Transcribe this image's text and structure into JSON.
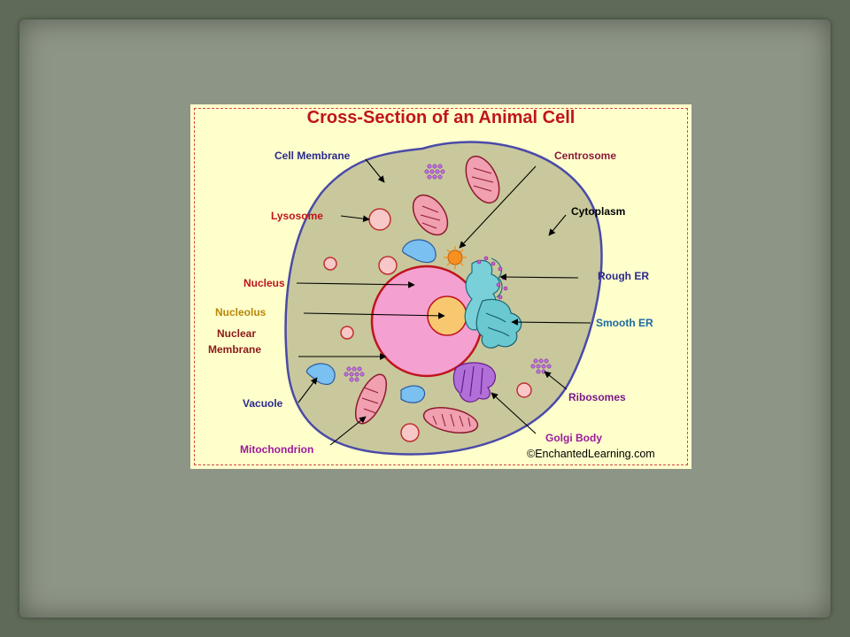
{
  "diagram": {
    "title": "Cross-Section of an Animal Cell",
    "credit": "©EnchantedLearning.com",
    "labels": {
      "cell_membrane": "Cell Membrane",
      "centrosome": "Centrosome",
      "cytoplasm": "Cytoplasm",
      "lysosome": "Lysosome",
      "rough_er": "Rough ER",
      "nucleus": "Nucleus",
      "nucleolus": "Nucleolus",
      "smooth_er": "Smooth ER",
      "nuclear_membrane_line1": "Nuclear",
      "nuclear_membrane_line2": "Membrane",
      "ribosomes": "Ribosomes",
      "vacuole": "Vacuole",
      "golgi_body": "Golgi Body",
      "mitochondrion": "Mitochondrion"
    },
    "colors": {
      "title": "#c0141c",
      "cell_membrane_label": "#2a2a8c",
      "centrosome_label": "#8c1a3c",
      "cytoplasm_label": "#000000",
      "lysosome_label": "#c0141c",
      "rough_er_label": "#2a2a8c",
      "nucleus_label": "#c0141c",
      "nucleolus_label": "#b8860b",
      "smooth_er_label": "#1a6aa0",
      "nuclear_membrane_label": "#8c1a1a",
      "ribosomes_label": "#7a1a8c",
      "vacuole_label": "#2a2a8c",
      "golgi_label": "#9c1a9c",
      "mitochondrion_label": "#9c1a9c",
      "cytoplasm_fill": "#c8c89c",
      "cell_outline": "#4a4aa8",
      "nucleus_fill": "#f4a0d0",
      "nucleolus_fill": "#f8c870",
      "panel_bg": "#ffffcc"
    }
  }
}
